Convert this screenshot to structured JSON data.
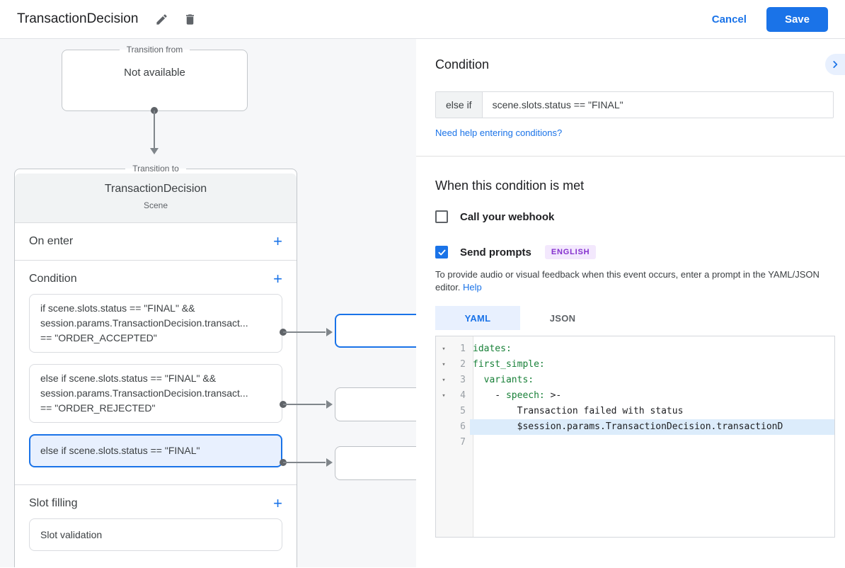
{
  "header": {
    "title": "TransactionDecision",
    "cancel_label": "Cancel",
    "save_label": "Save"
  },
  "diagram": {
    "transition_from": {
      "legend": "Transition from",
      "content": "Not available"
    },
    "transition_to": {
      "legend": "Transition to",
      "title": "TransactionDecision",
      "subtitle": "Scene"
    },
    "on_enter_label": "On enter",
    "condition_label": "Condition",
    "slot_filling_label": "Slot filling",
    "slot_validation_label": "Slot validation",
    "add_icon": "+",
    "conditions": [
      {
        "selected": false,
        "lines": [
          "if scene.slots.status == \"FINAL\" &&",
          "session.params.TransactionDecision.transact...",
          "== \"ORDER_ACCEPTED\""
        ]
      },
      {
        "selected": false,
        "lines": [
          "else if scene.slots.status == \"FINAL\" &&",
          "session.params.TransactionDecision.transact...",
          "== \"ORDER_REJECTED\""
        ]
      },
      {
        "selected": true,
        "lines": [
          "else if scene.slots.status == \"FINAL\""
        ]
      }
    ]
  },
  "panel": {
    "condition_title": "Condition",
    "condition_prefix": "else if",
    "condition_value": "scene.slots.status == \"FINAL\"",
    "help_link": "Need help entering conditions?",
    "when_met_title": "When this condition is met",
    "webhook_label": "Call your webhook",
    "send_prompts_label": "Send prompts",
    "language_badge": "ENGLISH",
    "prompt_hint": "To provide audio or visual feedback when this event occurs, enter a prompt in the YAML/JSON editor.",
    "prompt_hint_link": "Help",
    "tabs": [
      {
        "label": "YAML",
        "active": true
      },
      {
        "label": "JSON",
        "active": false
      }
    ],
    "editor_lines": [
      {
        "num": 1,
        "fold": true,
        "highlight": false,
        "segments": [
          {
            "type": "key",
            "text": "idates:"
          }
        ]
      },
      {
        "num": 2,
        "fold": true,
        "highlight": false,
        "segments": [
          {
            "type": "key",
            "text": "first_simple:"
          }
        ]
      },
      {
        "num": 3,
        "fold": true,
        "highlight": false,
        "segments": [
          {
            "type": "plain",
            "text": "  "
          },
          {
            "type": "key",
            "text": "variants:"
          }
        ]
      },
      {
        "num": 4,
        "fold": true,
        "highlight": false,
        "segments": [
          {
            "type": "plain",
            "text": "    - "
          },
          {
            "type": "key",
            "text": "speech:"
          },
          {
            "type": "plain",
            "text": " >-"
          }
        ]
      },
      {
        "num": 5,
        "fold": false,
        "highlight": false,
        "segments": [
          {
            "type": "plain",
            "text": "        Transaction failed with status"
          }
        ]
      },
      {
        "num": 6,
        "fold": false,
        "highlight": true,
        "segments": [
          {
            "type": "plain",
            "text": "        $session.params.TransactionDecision.transactionD"
          }
        ]
      },
      {
        "num": 7,
        "fold": false,
        "highlight": false,
        "segments": []
      }
    ]
  },
  "colors": {
    "accent_blue": "#1a73e8",
    "selected_bg": "#e8f0fe",
    "code_highlight": "#dcecfb",
    "yaml_key_green": "#188038",
    "badge_bg": "#f3e8fd",
    "badge_text": "#8430ce",
    "diagram_bg": "#f6f7f9"
  }
}
